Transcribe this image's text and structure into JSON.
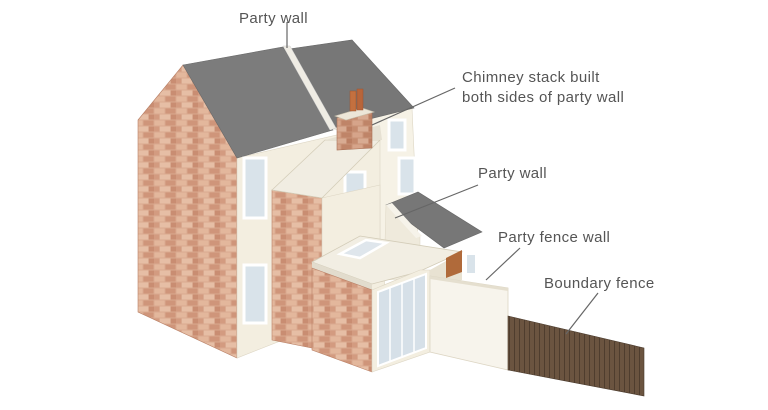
{
  "labels": {
    "party_wall_top": "Party wall",
    "chimney_line1": "Chimney stack built",
    "chimney_line2": "both sides of party wall",
    "party_wall_middle": "Party wall",
    "party_fence_wall": "Party fence wall",
    "boundary_fence": "Boundary fence"
  },
  "colors": {
    "brick": "#d7a48a",
    "render": "#f3eee0",
    "roof": "#7a7a7a",
    "fence": "#6b5440",
    "leader": "#666666",
    "text": "#555555"
  }
}
